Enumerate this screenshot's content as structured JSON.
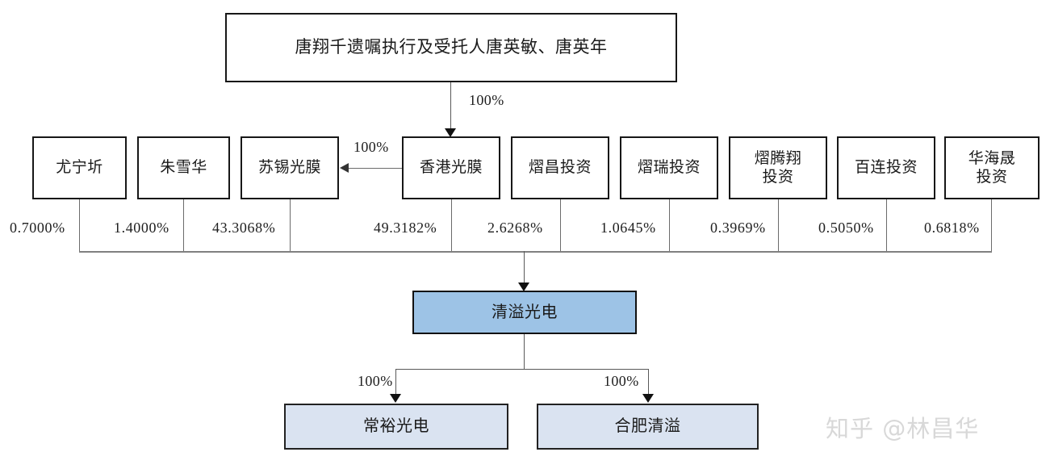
{
  "diagram": {
    "title_box": {
      "label": "唐翔千遗嘱执行及受托人唐英敏、唐英年"
    },
    "root_edge_label": "100%",
    "hk_to_suxi_edge_label": "100%",
    "shareholders": [
      {
        "label": "尤宁圻",
        "pct": "0.7000%"
      },
      {
        "label": "朱雪华",
        "pct": "1.4000%"
      },
      {
        "label": "苏锡光膜",
        "pct": "43.3068%"
      },
      {
        "label": "香港光膜",
        "pct": "49.3182%"
      },
      {
        "label": "熠昌投资",
        "pct": "2.6268%"
      },
      {
        "label": "熠瑞投资",
        "pct": "1.0645%"
      },
      {
        "label": "熠腾翔\n投资",
        "pct": "0.3969%"
      },
      {
        "label": "百连投资",
        "pct": "0.5050%"
      },
      {
        "label": "华海晟\n投资",
        "pct": "0.6818%"
      }
    ],
    "company": {
      "label": "清溢光电"
    },
    "subsidiaries": [
      {
        "label": "常裕光电",
        "pct": "100%"
      },
      {
        "label": "合肥清溢",
        "pct": "100%"
      }
    ],
    "watermark": "知乎 @林昌华",
    "colors": {
      "company_fill": "#9dc3e6",
      "subsidiary_fill": "#dae3f1",
      "box_border": "#171717",
      "connector": "#595959",
      "bus": "#808080",
      "watermark": "#d8d8d8"
    }
  }
}
